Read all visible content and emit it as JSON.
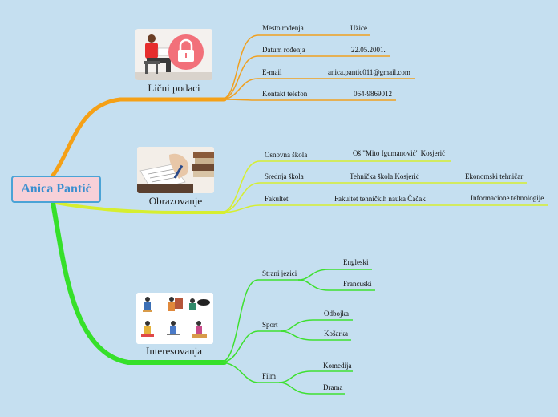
{
  "root": {
    "title": "Anica Pantić"
  },
  "personal": {
    "label": "Lični podaci",
    "icon": "lock-icon",
    "rows": [
      {
        "key": "Mesto rođenja",
        "value": "Užice"
      },
      {
        "key": "Datum rođenja",
        "value": "22.05.2001."
      },
      {
        "key": "E-mail",
        "value": "anica.pantic011@gmail.com"
      },
      {
        "key": "Kontakt telefon",
        "value": "064-9869012"
      }
    ]
  },
  "education": {
    "label": "Obrazovanje",
    "icon": "books-icon",
    "rows": [
      {
        "key": "Osnovna škola",
        "value": "Oš \"Mito  Igumanović\" Kosjerić",
        "extra": ""
      },
      {
        "key": "Srednja škola",
        "value": "Tehnička škola Kosjerić",
        "extra": "Ekonomski tehničar"
      },
      {
        "key": "Fakultet",
        "value": "Fakultet tehničkih nauka Čačak",
        "extra": "Informacione tehnologije"
      }
    ]
  },
  "interests": {
    "label": "Interesovanja",
    "icon": "hobbies-icon",
    "groups": [
      {
        "name": "Strani jezici",
        "items": [
          "Engleski",
          "Francuski"
        ]
      },
      {
        "name": "Sport",
        "items": [
          "Odbojka",
          "Košarka"
        ]
      },
      {
        "name": "Film",
        "items": [
          "Komedija",
          "Drama"
        ]
      }
    ]
  },
  "colors": {
    "background": "#c5dff0",
    "personal": "#f0a020",
    "education": "#d6ee30",
    "interests": "#3ee030"
  }
}
